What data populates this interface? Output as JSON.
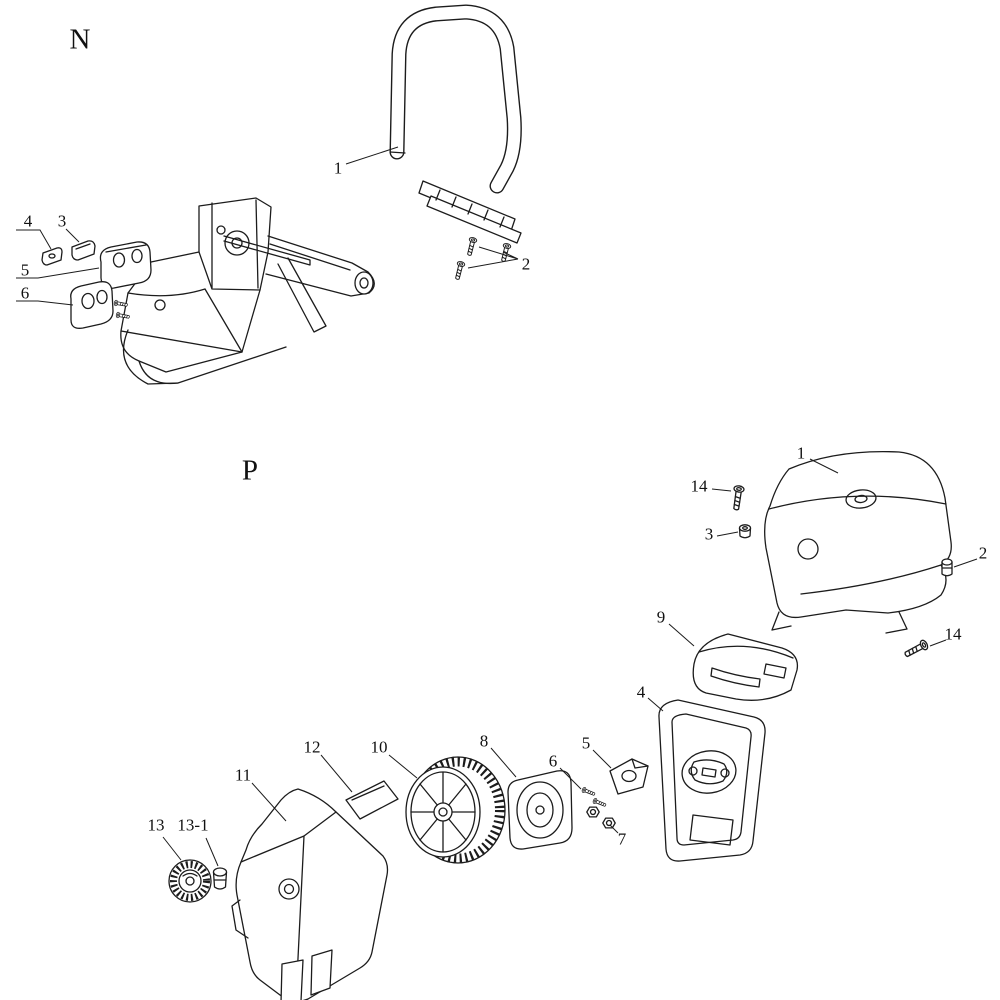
{
  "document": {
    "type": "exploded-parts-diagram"
  },
  "colors": {
    "line": "#1c1c1c",
    "background": "#ffffff"
  },
  "section_n": {
    "label": "N",
    "callouts": {
      "n1": "1",
      "n2": "2",
      "n3": "3",
      "n4": "4",
      "n5": "5",
      "n6": "6"
    }
  },
  "section_p": {
    "label": "P",
    "callouts": {
      "p1": "1",
      "p2": "2",
      "p3": "3",
      "p4": "4",
      "p5": "5",
      "p6": "6",
      "p7": "7",
      "p8": "8",
      "p9": "9",
      "p10": "10",
      "p11": "11",
      "p12": "12",
      "p13": "13",
      "p13_1": "13-1",
      "p14_top": "14",
      "p14_right": "14"
    }
  }
}
